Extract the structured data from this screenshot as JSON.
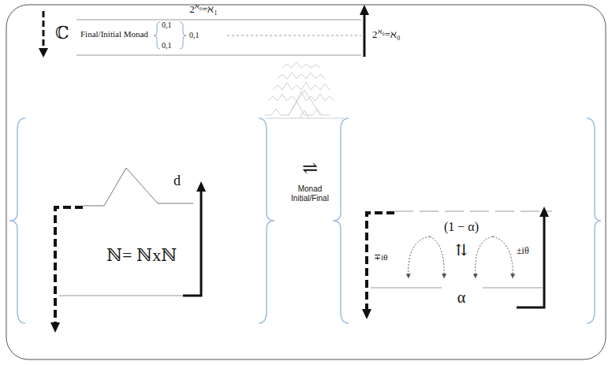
{
  "diagram": {
    "labels": [
      "ℂ",
      "2ℵ₀=ℵ₁",
      "Final/Initial Monad",
      "0,1",
      "0,1",
      "0,1",
      "2ℵ₀=ℵ₀",
      "d",
      "ℕ= ℕxℕ",
      "⇌",
      "Monad",
      "Initial/Final",
      "(1 − α)",
      "⇅",
      "∓iθ",
      "±iθ",
      "α"
    ]
  }
}
